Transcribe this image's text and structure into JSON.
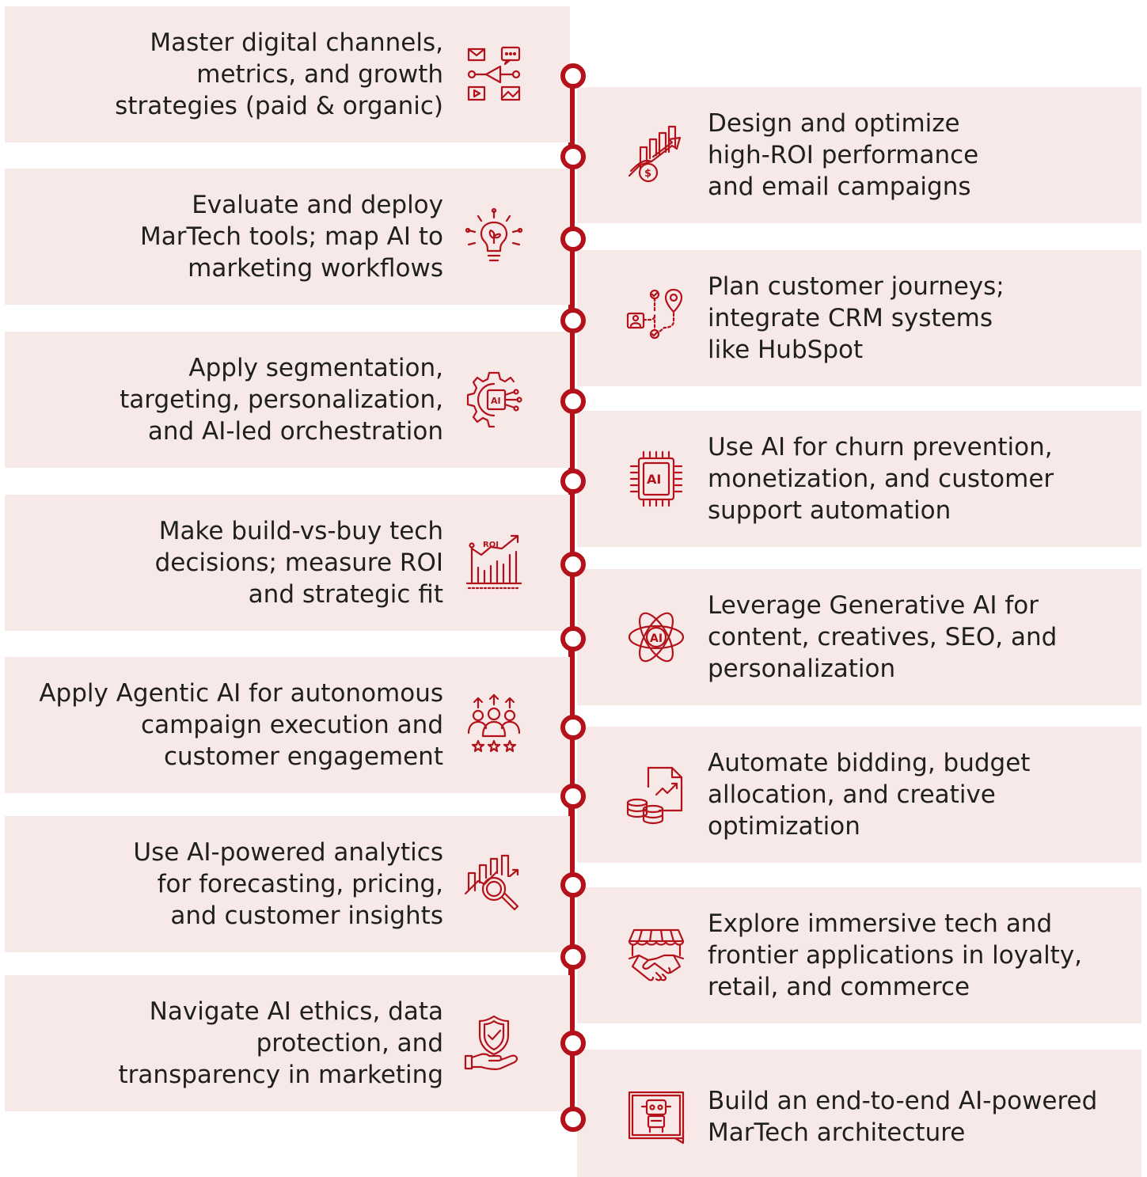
{
  "accent_color": "#b3121a",
  "card_color": "#f8e9e9",
  "left_items": [
    {
      "text": "Master digital channels,\nmetrics, and growth\nstrategies (paid & organic)",
      "icon": "digital-channels-icon"
    },
    {
      "text": "Evaluate and deploy\nMarTech tools; map AI to\nmarketing workflows",
      "icon": "lightbulb-ai-icon"
    },
    {
      "text": "Apply segmentation,\ntargeting, personalization,\nand AI-led orchestration",
      "icon": "ai-gear-icon"
    },
    {
      "text": "Make build-vs-buy tech\ndecisions; measure ROI\nand strategic fit",
      "icon": "roi-chart-icon"
    },
    {
      "text": "Apply Agentic AI for autonomous\ncampaign execution and\ncustomer engagement",
      "icon": "team-rating-icon"
    },
    {
      "text": "Use AI-powered analytics\nfor forecasting, pricing,\nand customer insights",
      "icon": "analytics-search-icon"
    },
    {
      "text": "Navigate AI ethics, data\nprotection, and\ntransparency in marketing",
      "icon": "shield-hand-icon"
    }
  ],
  "right_items": [
    {
      "text": "Design and optimize\nhigh-ROI performance\nand email campaigns",
      "icon": "roi-growth-icon"
    },
    {
      "text": "Plan customer journeys;\nintegrate CRM systems\nlike HubSpot",
      "icon": "customer-journey-icon"
    },
    {
      "text": "Use AI for churn prevention,\nmonetization, and customer\nsupport automation",
      "icon": "ai-chip-icon"
    },
    {
      "text": "Leverage Generative AI for\ncontent, creatives, SEO, and\npersonalization",
      "icon": "ai-atom-icon"
    },
    {
      "text": "Automate bidding, budget\nallocation, and creative\noptimization",
      "icon": "budget-coins-icon"
    },
    {
      "text": "Explore immersive tech and\nfrontier applications in loyalty,\nretail, and commerce",
      "icon": "storefront-handshake-icon"
    },
    {
      "text": "Build an end-to-end AI-powered\nMarTech architecture",
      "icon": "robot-screen-icon"
    }
  ]
}
